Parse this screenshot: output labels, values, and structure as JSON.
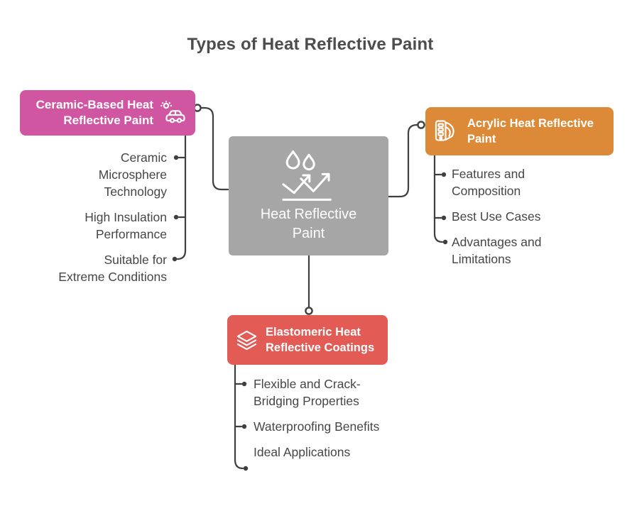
{
  "title": "Types of Heat Reflective Paint",
  "center": {
    "label": "Heat Reflective Paint",
    "icon": "droplets-trend-icon",
    "color": "#a6a6a6"
  },
  "branches": [
    {
      "label": "Ceramic-Based Heat Reflective Paint",
      "icon": "sun-car-icon",
      "color": "#d156a2",
      "children": [
        "Ceramic Microsphere Technology",
        "High Insulation Performance",
        "Suitable for Extreme Conditions"
      ]
    },
    {
      "label": "Acrylic Heat Reflective Paint",
      "icon": "swatch-fan-icon",
      "color": "#dd8a38",
      "children": [
        "Features and Composition",
        "Best Use Cases",
        "Advantages and Limitations"
      ]
    },
    {
      "label": "Elastomeric Heat Reflective Coatings",
      "icon": "layers-icon",
      "color": "#e25b55",
      "children": [
        "Flexible and Crack-Bridging Properties",
        "Waterproofing Benefits",
        "Ideal Applications"
      ]
    }
  ],
  "colors": {
    "connector": "#3f3f3f",
    "title_text": "#4d4d4d",
    "item_text": "#464646",
    "node_text": "#ffffff"
  }
}
